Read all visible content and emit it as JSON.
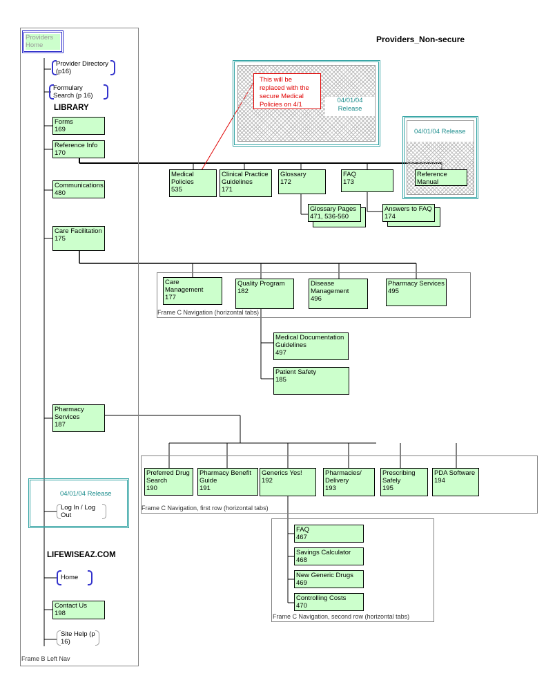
{
  "title": "Providers_Non-secure",
  "left_nav": {
    "home": "Providers Home",
    "provider_directory": "Provider Directory (p16)",
    "formulary_search": "Formulary Search (p 16)",
    "library_heading": "LIBRARY",
    "forms": "Forms",
    "forms_num": "169",
    "reference_info": "Reference Info",
    "reference_info_num": "170",
    "communications": "Communications",
    "communications_num": "480",
    "care_facilitation": "Care Facilitation",
    "care_facilitation_num": "175",
    "pharmacy_services": "Pharmacy Services",
    "pharmacy_services_num": "187",
    "release_note": "04/01/04 Release",
    "login": "Log In / Log Out",
    "lifewise_heading": "LIFEWISEAZ.COM",
    "home_link": "Home",
    "contact_us": "Contact Us",
    "contact_us_num": "198",
    "site_help": "Site Help (p 16)",
    "frame_caption": "Frame B Left Nav"
  },
  "reference": {
    "medical_policies": "Medical Policies",
    "medical_policies_num": "535",
    "clinical_practice": "Clinical Practice Guidelines",
    "clinical_practice_num": "171",
    "glossary": "Glossary",
    "glossary_num": "172",
    "faq": "FAQ",
    "faq_num": "173",
    "reference_manual": "Reference Manual",
    "glossary_pages": "Glossary Pages",
    "glossary_pages_num": "471, 536-560",
    "answers_faq": "Answers to FAQ",
    "answers_faq_num": "174",
    "note_red": "This will be replaced with the secure  Medical Policies on 4/1",
    "release1": "04/01/04 Release",
    "release2": "04/01/04 Release"
  },
  "care": {
    "care_management": "Care Management",
    "care_management_num": "177",
    "quality_program": "Quality Program",
    "quality_program_num": "182",
    "disease_management": "Disease Management",
    "disease_management_num": "496",
    "pharmacy_services": "Pharmacy Services",
    "pharmacy_services_num": "495",
    "frame_caption": "Frame C Navigation (horizontal tabs)",
    "med_doc": "Medical Documentation Guidelines",
    "med_doc_num": "497",
    "patient_safety": "Patient Safety",
    "patient_safety_num": "185"
  },
  "pharmacy": {
    "preferred_drug": "Preferred Drug Search",
    "preferred_drug_num": "190",
    "benefit_guide": "Pharmacy Benefit Guide",
    "benefit_guide_num": "191",
    "generics_yes": "Generics Yes!",
    "generics_yes_num": "192",
    "pharmacies_delivery": "Pharmacies/ Delivery",
    "pharmacies_delivery_num": "193",
    "prescribing_safely": "Prescribing Safely",
    "prescribing_safely_num": "195",
    "pda_software": "PDA Software",
    "pda_software_num": "194",
    "frame_caption": "Frame C Navigation, first row (horizontal tabs)",
    "faq": "FAQ",
    "faq_num": "467",
    "savings_calc": "Savings Calculator",
    "savings_calc_num": "468",
    "new_generic": "New Generic Drugs",
    "new_generic_num": "469",
    "controlling_costs": "Controlling Costs",
    "controlling_costs_num": "470",
    "frame2_caption": "Frame C Navigation, second row (horizontal tabs)"
  }
}
